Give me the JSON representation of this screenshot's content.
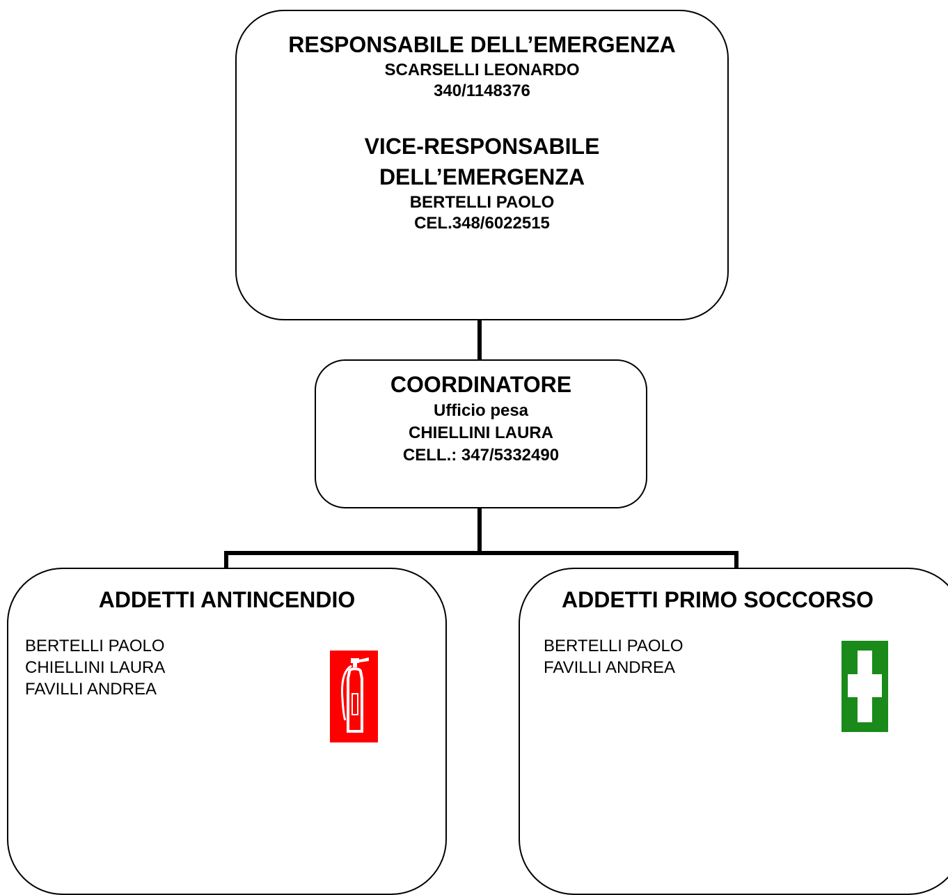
{
  "responsabile": {
    "title": "RESPONSABILE DELL’EMERGENZA",
    "name": "SCARSELLI LEONARDO",
    "phone": "340/1148376"
  },
  "vice": {
    "title_line1": "VICE-RESPONSABILE",
    "title_line2": "DELL’EMERGENZA",
    "name": "BERTELLI PAOLO",
    "phone": "CEL.348/6022515"
  },
  "coordinatore": {
    "title": "COORDINATORE",
    "office": "Ufficio pesa",
    "name": "CHIELLINI LAURA",
    "phone": "CELL.: 347/5332490"
  },
  "antincendio": {
    "title": "ADDETTI ANTINCENDIO",
    "members": [
      "BERTELLI PAOLO",
      "CHIELLINI LAURA",
      "FAVILLI ANDREA"
    ],
    "icon": "fire-extinguisher-icon",
    "icon_color": "#ff0000"
  },
  "primo_soccorso": {
    "title": "ADDETTI PRIMO SOCCORSO",
    "members": [
      "BERTELLI PAOLO",
      "FAVILLI ANDREA"
    ],
    "icon": "first-aid-cross-icon",
    "icon_color": "#1a8a1a"
  }
}
